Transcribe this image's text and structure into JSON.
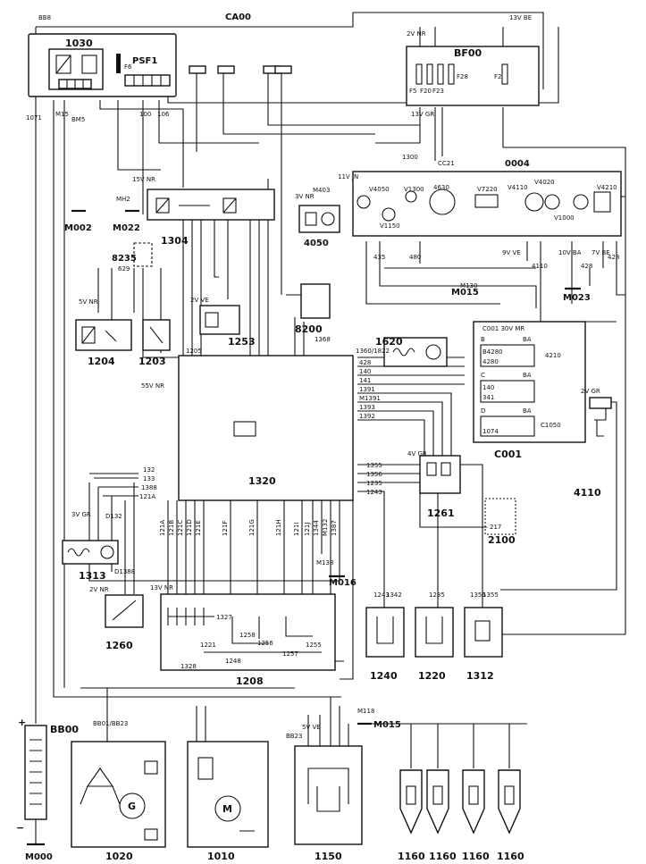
{
  "title": "CA00",
  "components": {
    "c1030": "1030",
    "psf1": "PSF1",
    "bf00": "BF00",
    "c0004": "0004",
    "c4050": "4050",
    "c1304": "1304",
    "c8235": "8235",
    "c8200": "8200",
    "c1204": "1204",
    "c1203": "1203",
    "c1253": "1253",
    "c1620": "1620",
    "c1320": "1320",
    "c1261": "1261",
    "c001": "C001",
    "c2100": "2100",
    "c4110": "4110",
    "c1313": "1313",
    "c1260": "1260",
    "c1208": "1208",
    "c1240": "1240",
    "c1220": "1220",
    "c1312": "1312",
    "bb00": "BB00",
    "c1020": "1020",
    "c1010": "1010",
    "c1150": "1150",
    "c1160": "1160"
  },
  "grounds": {
    "m002": "M002",
    "m022": "M022",
    "m015": "M015",
    "m023": "M023",
    "m016": "M016",
    "m015b": "M015",
    "m000": "M000"
  },
  "wires": {
    "bb8": "BB8",
    "f6": "F6",
    "m15": "M15",
    "bm5": "BM5",
    "w100": "100",
    "w106": "106",
    "mh2": "MH2",
    "m403": "M403",
    "cc21": "CC21",
    "w1300": "1300",
    "w1368": "1368",
    "w629": "629",
    "w217": "217",
    "d1388": "D1388",
    "d132": "D132",
    "m118": "M118",
    "w1071": "1071",
    "bb01": "BB01/BB23",
    "bb23": "BB23",
    "w4110": "4110",
    "w428": "428",
    "w480": "480",
    "w435": "435",
    "w1205": "1205",
    "m130": "M130",
    "m138": "M138"
  },
  "connectors": {
    "v15nr": "15V NR",
    "v55nr": "55V NR",
    "v5nr": "5V NR",
    "v3vnr": "3V NR",
    "v2vnr": "2V NR",
    "v2vve": "2V VE",
    "v3vgr": "3V GR",
    "v2vgr": "2V GR",
    "v4vgr": "4V GR",
    "v13vnr": "13V NR",
    "v30vmr": "C001 30V MR",
    "v5vve": "5V VE",
    "v9vve": "9V VE",
    "v10vba": "10V BA",
    "v7vbe": "7V BE",
    "v11vjn": "11V JN",
    "v13vgr": "13V GR",
    "v13vbe": "13V BE",
    "v2vnr2": "2V NR",
    "v2vgr2": "2V GR"
  },
  "c0004_parts": [
    "V4050",
    "V1300",
    "4630",
    "V7220",
    "V4110",
    "V4020",
    "V4210",
    "V1150",
    "V1000"
  ],
  "bf00_fuses": [
    "F5",
    "F20",
    "F23",
    "F28",
    "F2"
  ],
  "c001_table": [
    {
      "sec": "B",
      "col": "BA",
      "r1": "B4280",
      "r2": "4280",
      "id": "4210"
    },
    {
      "sec": "C",
      "col": "BA",
      "r1": "140",
      "r2": "341"
    },
    {
      "sec": "D",
      "col": "BA",
      "r1": "1074",
      "id": "C1050"
    }
  ],
  "ecu_pins_bottom": [
    "121A",
    "121B",
    "121C",
    "121D",
    "121E",
    "121F",
    "121G",
    "121H",
    "121I",
    "121J",
    "1344",
    "M132",
    "1387"
  ],
  "ecu_pins_right": [
    "1360/1822",
    "428",
    "140",
    "141",
    "1391",
    "M1391",
    "1393",
    "1392",
    "1355",
    "1356",
    "1235",
    "1243"
  ],
  "ecu_pins_left": [
    "132",
    "133",
    "1388",
    "121A"
  ],
  "sub1208": [
    "1327",
    "1221",
    "1258",
    "1256",
    "1255",
    "1257",
    "1248",
    "1328"
  ],
  "plugs_bottom": {
    "p1240": "1243",
    "p1240b": "1342",
    "p1220": "1235",
    "p1312a": "1356",
    "p1312b": "1355"
  }
}
